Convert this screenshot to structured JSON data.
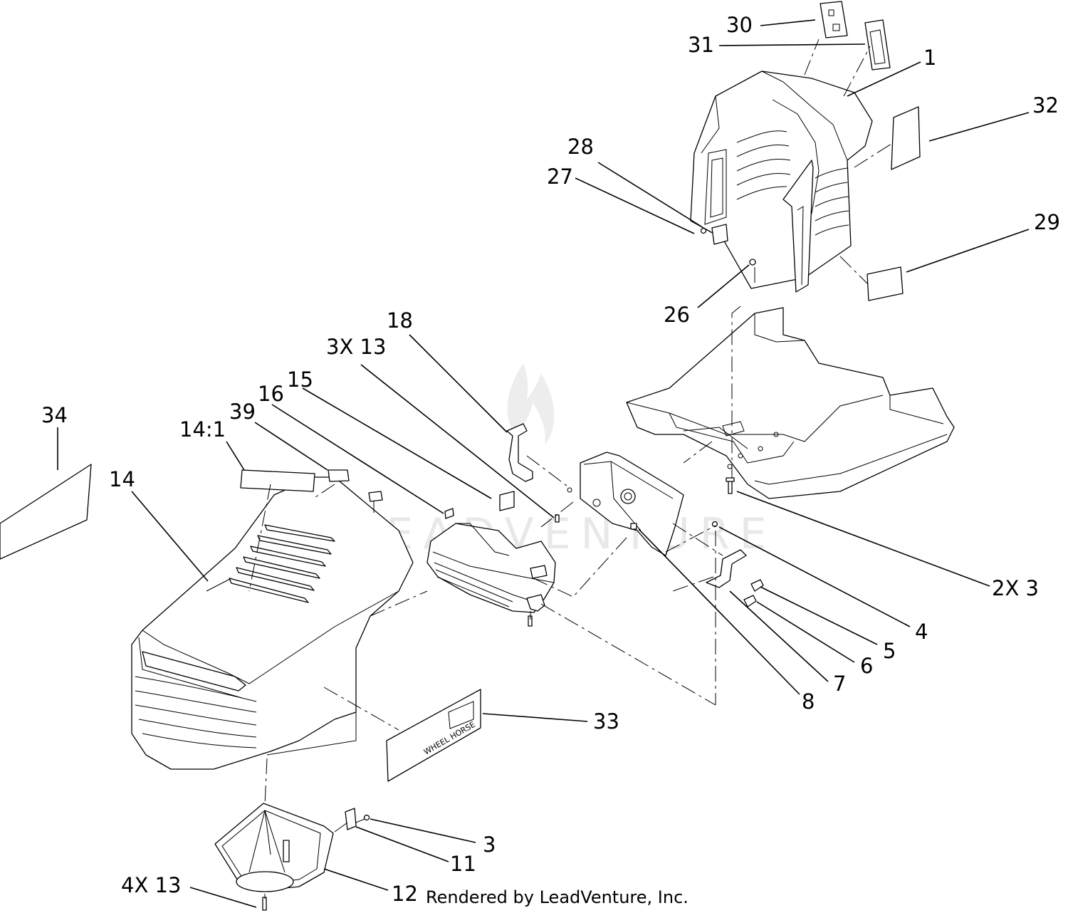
{
  "callouts": [
    {
      "id": "c30",
      "label": "30"
    },
    {
      "id": "c31",
      "label": "31"
    },
    {
      "id": "c1",
      "label": "1"
    },
    {
      "id": "c32",
      "label": "32"
    },
    {
      "id": "c28",
      "label": "28"
    },
    {
      "id": "c27",
      "label": "27"
    },
    {
      "id": "c29",
      "label": "29"
    },
    {
      "id": "c26",
      "label": "26"
    },
    {
      "id": "c18",
      "label": "18"
    },
    {
      "id": "c3x13",
      "label": "3X 13"
    },
    {
      "id": "c15",
      "label": "15"
    },
    {
      "id": "c16",
      "label": "16"
    },
    {
      "id": "c39",
      "label": "39"
    },
    {
      "id": "c14_1",
      "label": "14:1"
    },
    {
      "id": "c34",
      "label": "34"
    },
    {
      "id": "c14",
      "label": "14"
    },
    {
      "id": "c2x3",
      "label": "2X 3"
    },
    {
      "id": "c4",
      "label": "4"
    },
    {
      "id": "c5",
      "label": "5"
    },
    {
      "id": "c6",
      "label": "6"
    },
    {
      "id": "c7",
      "label": "7"
    },
    {
      "id": "c8",
      "label": "8"
    },
    {
      "id": "c33",
      "label": "33"
    },
    {
      "id": "c3",
      "label": "3"
    },
    {
      "id": "c11",
      "label": "11"
    },
    {
      "id": "c12",
      "label": "12"
    },
    {
      "id": "c4x13",
      "label": "4X 13"
    }
  ],
  "decal_33_text": "WHEEL HORSE",
  "credit": "Rendered by LeadVenture, Inc.",
  "watermark": "LEADVENTURE",
  "colors": {
    "line": "#000000",
    "background": "#ffffff",
    "watermark": "#d9d9d9"
  }
}
